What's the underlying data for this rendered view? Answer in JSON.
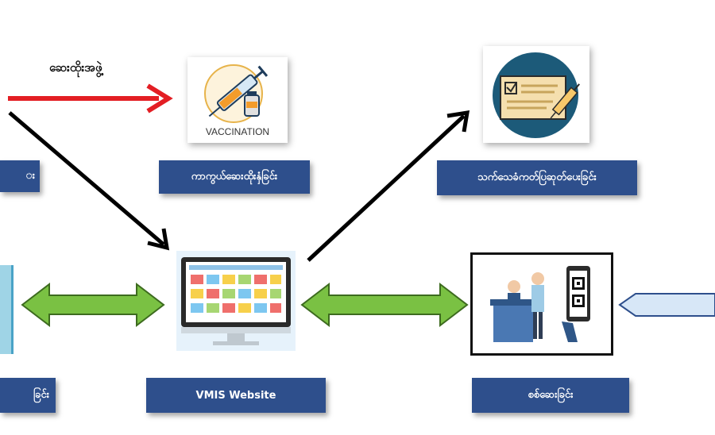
{
  "labels": {
    "top_left_partial": "း",
    "vaccination": "ကာကွယ်ဆေးထိုးနှံခြင်း",
    "certificate": "သက်သေခံကတ်ပြဆုတ်ပေးခြင်း",
    "bottom_left_partial": "ခြင်း",
    "website": "VMIS Website",
    "checking": "စစ်ဆေးခြင်း"
  },
  "arrow_caption": "ဆေးထိုးအဖွဲ့",
  "vaccination_image_text": "VACCINATION",
  "colors": {
    "label_bg": "#2e4f8c",
    "red_arrow": "#e31e24",
    "green_arrow": "#7ac143",
    "green_arrow_outline": "#3d6b1f",
    "black_arrow": "#000000",
    "cert_circle": "#1c5a79",
    "card_bg": "#f5dfae"
  },
  "icons": [
    "vaccine-syringe-icon",
    "certificate-card-icon",
    "website-monitor-icon",
    "qr-checkin-icon",
    "tablet-icon"
  ]
}
